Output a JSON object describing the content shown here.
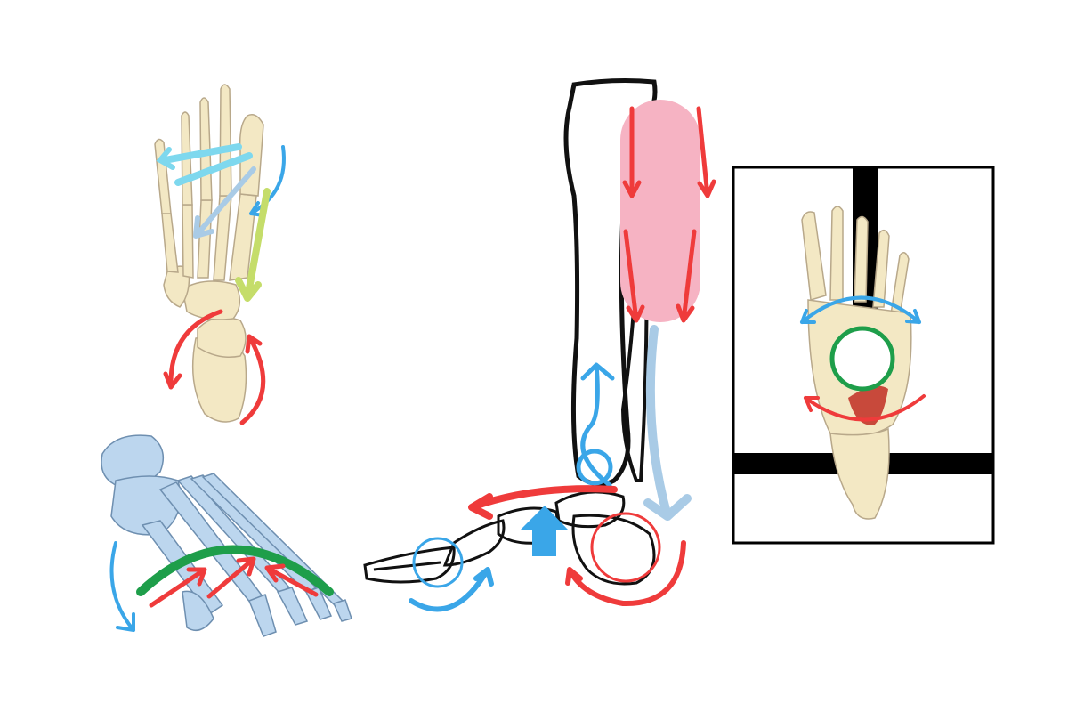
{
  "colors": {
    "bone_fill": "#f3e8c4",
    "bone_stroke": "#b8a88a",
    "bone_blue_fill": "#bcd6ee",
    "bone_blue_stroke": "#6e8fb0",
    "outline": "#111111",
    "red": "#ef3b3b",
    "blue": "#3aa6e8",
    "light_blue": "#a9cbe6",
    "cyan": "#7ed8ee",
    "green": "#1e9e4a",
    "lime": "#c5dd6a",
    "pink": "#f6b3c3",
    "muscle": "#c8493b",
    "frame": "#000000"
  },
  "panels": [
    {
      "name": "top-left-foot-dorsal",
      "arrows": [
        "cyan-arrow",
        "light-blue-arrow",
        "blue-curved-arrow",
        "lime-arrow",
        "red-rotation-arrows"
      ]
    },
    {
      "name": "bottom-left-foot-oblique",
      "arrows": [
        "green-arch",
        "red-arrows",
        "blue-curved-arrow"
      ]
    },
    {
      "name": "center-leg-lateral",
      "arrows": [
        "pink-muscle",
        "red-down-arrows",
        "blue-up-arrow",
        "light-blue-down-arrow",
        "red-curved-arrows",
        "blue-block-arrow"
      ]
    },
    {
      "name": "right-foot-framed",
      "arrows": [
        "blue-arc-arrow",
        "red-arc-arrow",
        "green-circle"
      ]
    }
  ],
  "icons": [
    "bone-icon",
    "arrow-icon",
    "circle-marker-icon",
    "muscle-icon"
  ]
}
